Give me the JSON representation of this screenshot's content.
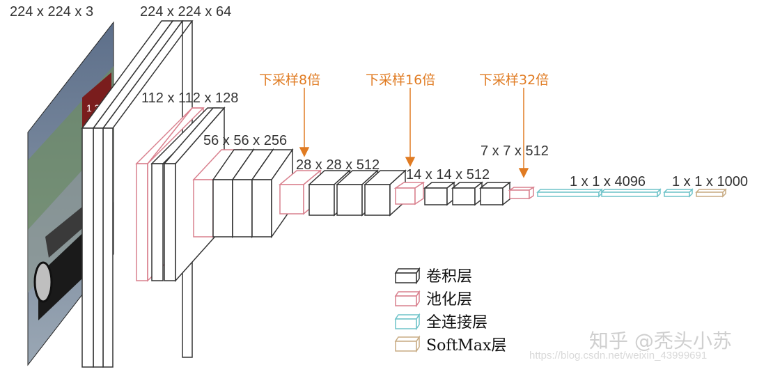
{
  "layer_dims": {
    "input": "224 x 224 x 3",
    "conv1": "224 x 224 x 64",
    "conv2": "112 x 112 x 128",
    "conv3": "56 x 56 x 256",
    "conv4": "28 x 28 x 512",
    "conv5": "14 x 14 x 512",
    "pool5": "7 x 7 x 512",
    "fc": "1 x 1 x 4096",
    "softmax": "1 x 1 x 1000"
  },
  "annotations": {
    "downsample_8x": "下采样8倍",
    "downsample_16x": "下采样16倍",
    "downsample_32x": "下采样32倍"
  },
  "legend": {
    "conv": "卷积层",
    "pool": "池化层",
    "fc": "全连接层",
    "softmax": "SoftMax层"
  },
  "watermark": {
    "zhihu": "知乎 @秃头小苏",
    "url": "https://blog.csdn.net/weixin_43999691"
  },
  "colors": {
    "conv": "#333333",
    "pool": "#d9808e",
    "fc": "#6ec3c9",
    "softmax": "#c8ac84",
    "annotation": "#e07b22"
  },
  "icons": {
    "input_image": "car-photo"
  }
}
